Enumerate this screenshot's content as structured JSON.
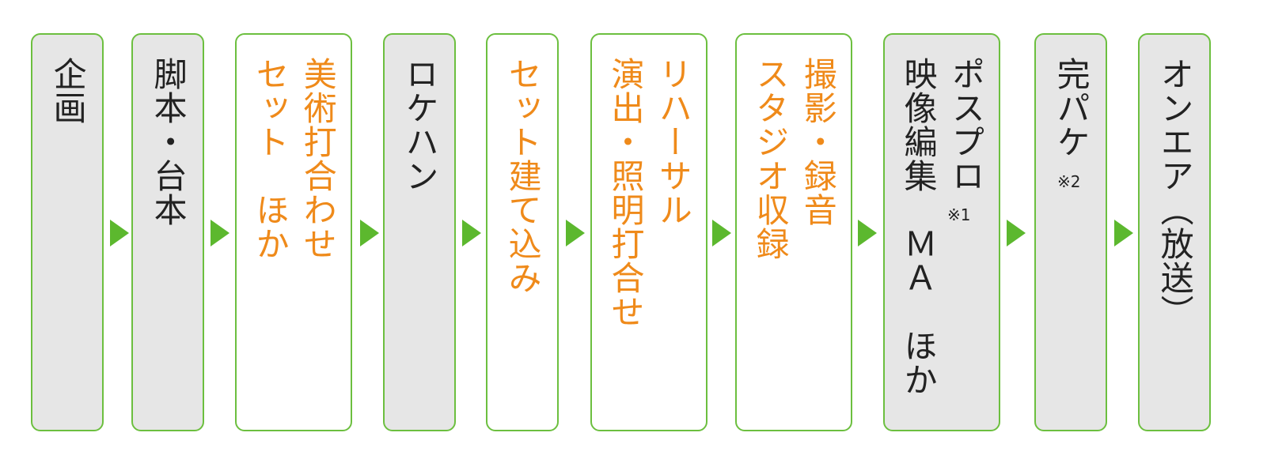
{
  "colors": {
    "border": "#6cbf3f",
    "arrow": "#5cb82e",
    "gray_fill": "#e6e6e6",
    "orange_text": "#ef8a1a",
    "dark_text": "#222222"
  },
  "steps": [
    {
      "lines": [
        "企画"
      ]
    },
    {
      "lines": [
        "脚本・台本"
      ]
    },
    {
      "lines": [
        "美術打合わせ",
        "セット　ほか"
      ]
    },
    {
      "lines": [
        "ロケハン"
      ]
    },
    {
      "lines": [
        "セット建て込み"
      ]
    },
    {
      "lines": [
        "リハーサル",
        "演出・照明打合せ"
      ]
    },
    {
      "lines": [
        "撮影・録音",
        "スタジオ収録"
      ]
    },
    {
      "lines": [
        "ポスプロ",
        "映像編集　ＭＡ　ほか"
      ],
      "note": "※1"
    },
    {
      "lines": [
        "完パケ"
      ],
      "note": "※2"
    },
    {
      "lines": [
        "オンエア（放送）"
      ]
    }
  ]
}
